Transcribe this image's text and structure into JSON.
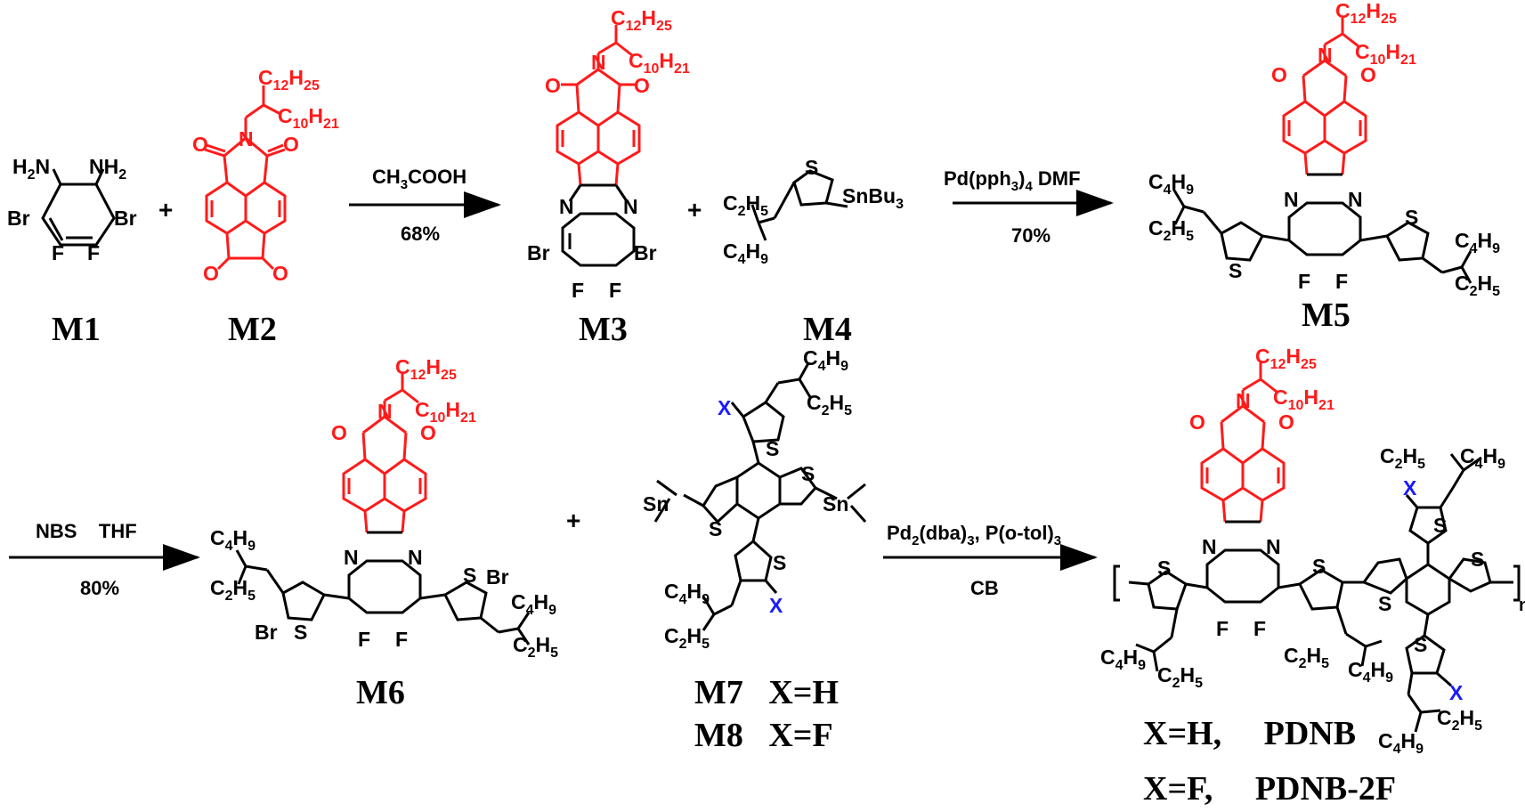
{
  "colors": {
    "ink": "#000000",
    "accent": "#ff1a1a",
    "blue": "#1a1aff"
  },
  "compounds": {
    "m1": "M1",
    "m2": "M2",
    "m3": "M3",
    "m4": "M4",
    "m5": "M5",
    "m6": "M6",
    "m7": "M7   X=H",
    "m8": "M8   X=F",
    "pdnb": "X=H,     PDNB",
    "pdnb2f": "X=F,     PDNB-2F"
  },
  "reactions": {
    "r1": {
      "reagent": "CH3COOH",
      "yield": "68%"
    },
    "r2": {
      "reagent": "Pd(pph3)4  DMF",
      "yield": "70%"
    },
    "r3": {
      "reagent": "NBS    THF",
      "yield": "80%"
    },
    "r4": {
      "reagent": "Pd2(dba)3, P(o-tol)3",
      "solvent": "CB"
    }
  },
  "atoms": {
    "nh2": "NH2",
    "h2n": "H2N",
    "br": "Br",
    "f": "F",
    "n": "N",
    "o": "O",
    "s": "S",
    "x": "X",
    "sn": "Sn",
    "snbu3": "SnBu3",
    "n_sub": "n"
  },
  "substituents": {
    "c12h25": "C12H25",
    "c10h21": "C10H21",
    "c4h9": "C4H9",
    "c2h5": "C2H5"
  },
  "signs": {
    "plus": "+"
  }
}
